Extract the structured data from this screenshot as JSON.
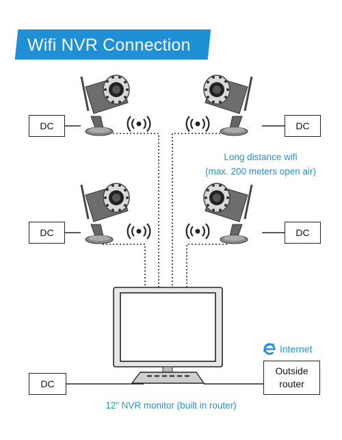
{
  "title": "Wifi NVR Connection",
  "dc_label": "DC",
  "wifi_note": {
    "line1": "Long distance wifi",
    "line2": "(max. 200 meters open air)"
  },
  "internet_label": "Internet",
  "router": {
    "line1": "Outside",
    "line2": "router"
  },
  "monitor_caption": "12” NVR monitor (built in router)",
  "colors": {
    "accent": "#1f8fd6",
    "text_blue": "#2a8fd0",
    "line": "#222222"
  },
  "icons": [
    "camera-icon",
    "wifi-signal-icon",
    "internet-explorer-icon",
    "monitor-icon"
  ]
}
